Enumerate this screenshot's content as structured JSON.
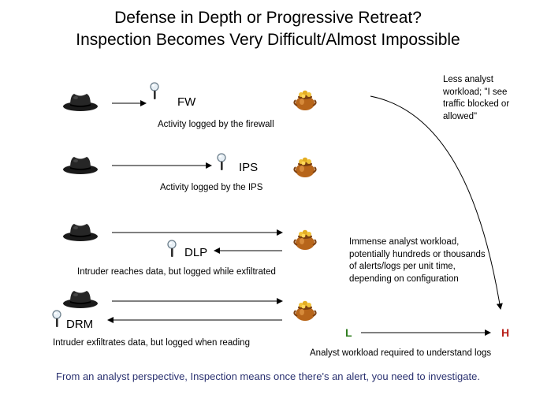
{
  "title_line1": "Defense in Depth or Progressive Retreat?",
  "title_line2": "Inspection Becomes Very Difficult/Almost Impossible",
  "rows": [
    {
      "label": "FW",
      "caption": "Activity logged by the firewall"
    },
    {
      "label": "IPS",
      "caption": "Activity logged by the IPS"
    },
    {
      "label": "DLP",
      "caption": "Intruder reaches data, but logged while exfiltrated"
    },
    {
      "label": "DRM",
      "caption": "Intruder exfiltrates data, but logged when reading"
    }
  ],
  "note_low": "Less analyst workload; \"I see traffic blocked or allowed\"",
  "note_high": "Immense analyst workload, potentially hundreds or thousands of alerts/logs per unit time, depending on configuration",
  "scale": {
    "low": "L",
    "high": "H",
    "caption": "Analyst workload required to understand logs"
  },
  "footer": "From an analyst perspective, Inspection means once there's an alert, you need to investigate.",
  "icons": [
    "black-hat-icon",
    "magnifying-glass-icon",
    "treasure-pot-icon"
  ],
  "colors": {
    "low": "#2e7d1e",
    "high": "#b8201a",
    "footer": "#2a3170"
  }
}
